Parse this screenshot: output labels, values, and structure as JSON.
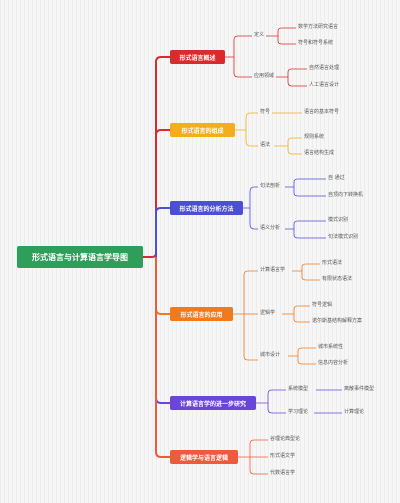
{
  "root": "形式语言与计算语言学导图",
  "colors": {
    "root": "#2f9e5b",
    "b1": "#d92b2b",
    "b2": "#f2ae1c",
    "b3": "#4b4ed6",
    "b4": "#f07a1c",
    "b5": "#6a45d9",
    "b6": "#f05a3c"
  },
  "branches": [
    {
      "label": "形式语言概述",
      "subs": [
        {
          "label": "定义",
          "leaves": [
            "数学方法研究语言",
            "符号和符号系统"
          ]
        },
        {
          "label": "应用领域",
          "leaves": [
            "自然语言处理",
            "人工语言设计"
          ]
        }
      ]
    },
    {
      "label": "形式语言的组成",
      "subs": [
        {
          "label": "符号",
          "leaves": [
            "语言的基本符号"
          ]
        },
        {
          "label": "语法",
          "leaves": [
            "规则系统",
            "语言结构生成"
          ]
        }
      ]
    },
    {
      "label": "形式语言的分析方法",
      "subs": [
        {
          "label": "句法剖析",
          "leaves": [
            "自  通过",
            "自顶向下转换机"
          ]
        },
        {
          "label": "语义分析",
          "leaves": [
            "模式识别",
            "句法模式识别"
          ]
        }
      ]
    },
    {
      "label": "形式语言的应用",
      "subs": [
        {
          "label": "计算语言学",
          "leaves": [
            "形式语法",
            "有限状态语法"
          ]
        },
        {
          "label": "逻辑学",
          "leaves": [
            "符号逻辑",
            "诺尔斯基结构解释方案"
          ]
        },
        {
          "label": "城市设计",
          "leaves": [
            "城市系统性",
            "信息内容分析"
          ]
        }
      ]
    },
    {
      "label": "计算语言学的进一步研究",
      "subs": [
        {
          "label": "系统模型",
          "leaves": [
            "离散事件模型"
          ]
        },
        {
          "label": "学习理论",
          "leaves": [
            "计算理论"
          ]
        }
      ]
    },
    {
      "label": "逻辑学与语言逻辑",
      "subs": [],
      "leaves": [
        "谷理论典型论",
        "形式语文学",
        "代数语言学"
      ]
    }
  ]
}
